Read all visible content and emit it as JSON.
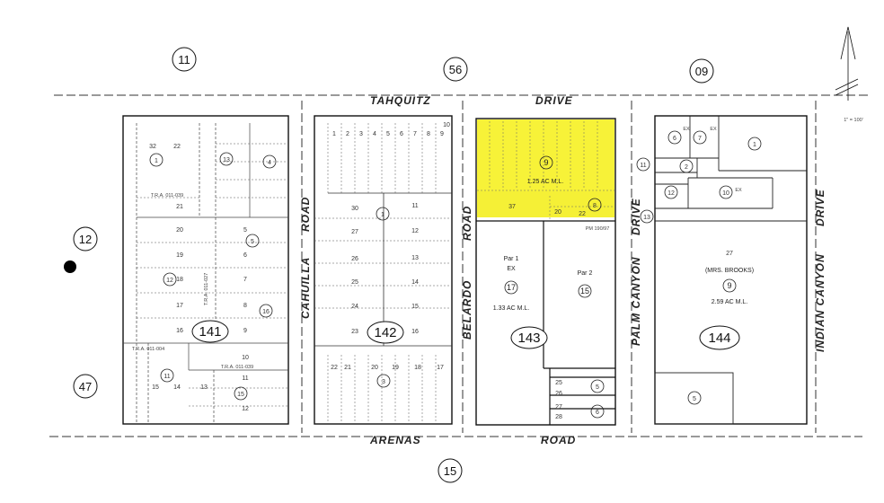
{
  "streets": {
    "tahquitz": "TAHQUITZ",
    "drive_top": "DRIVE",
    "arenas": "ARENAS",
    "road_bottom": "ROAD",
    "cahuilla": "CAHUILLA",
    "cahuilla_road": "ROAD",
    "belardo": "BELARDO",
    "belardo_road": "ROAD",
    "palm_canyon": "PALM CANYON",
    "palm_drive": "DRIVE",
    "indian_canyon": "INDIAN CANYON",
    "indian_drive": "DRIVE"
  },
  "map_numbers": {
    "top_left": "11",
    "top_mid": "56",
    "top_right": "09",
    "left_mid": "12",
    "left_bottom": "47",
    "bottom_mid": "15"
  },
  "blocks": [
    "141",
    "142",
    "143",
    "144"
  ],
  "scale": "1\" = 100'",
  "highlight": {
    "color": "#f5f036",
    "parcel": "9",
    "area": "1.25 AC M.L.",
    "lot": "37"
  },
  "block143": {
    "par1": "Par 1",
    "par1_ex": "EX",
    "par1_num": "17",
    "par1_area": "1.33 AC M.L.",
    "par2": "Par 2",
    "par2_num": "15",
    "pm": "PM 190/97",
    "lots": [
      "25",
      "26",
      "27",
      "28"
    ],
    "parcels": [
      "5",
      "6"
    ],
    "lot20": "20",
    "lot22": "22",
    "p8": "8"
  },
  "block144": {
    "owner": "(MRS. BROOKS)",
    "parcel": "9",
    "area": "2.59 AC M.L.",
    "lot": "27",
    "p1": "1",
    "p2": "2",
    "p5": "5",
    "p6": "6",
    "p7": "7",
    "p10": "10",
    "p11": "11",
    "p12": "12",
    "p13": "13",
    "ex1": "EX",
    "ex2": "EX",
    "ex3": "EX"
  },
  "block142": {
    "p1": "1",
    "p3": "3",
    "lots_top": [
      "1",
      "2",
      "3",
      "4",
      "5",
      "6",
      "7",
      "8",
      "9",
      "10"
    ],
    "lot_rows": [
      [
        "30",
        "11"
      ],
      [
        "27",
        "12"
      ],
      [
        "26",
        "13"
      ],
      [
        "25",
        "14"
      ],
      [
        "24",
        "15"
      ],
      [
        "23",
        "16"
      ]
    ],
    "bottom_lots": [
      "22",
      "21",
      "20",
      "19",
      "18",
      "17"
    ]
  },
  "block141": {
    "p1": "1",
    "p4": "4",
    "p5": "5",
    "p12": "12",
    "p13": "13",
    "p15": "15",
    "p16": "16",
    "p11": "11",
    "rows": [
      "20",
      "19",
      "18",
      "17",
      "16"
    ],
    "right_rows": [
      "5",
      "6",
      "7",
      "8",
      "9"
    ],
    "lot22": "22",
    "lot21": "21",
    "lot32": "32",
    "lot10": "10",
    "lot11": "11",
    "lot12": "12",
    "lot13": "13",
    "lot14": "14",
    "lot15": "15",
    "tra1": "T.R.A. 011-039",
    "tra2": "T.R.A. 011-004",
    "tra3": "T.R.A. 011-039",
    "tra4": "T.R.A. 011-027"
  },
  "dot_marker": "point-marker"
}
